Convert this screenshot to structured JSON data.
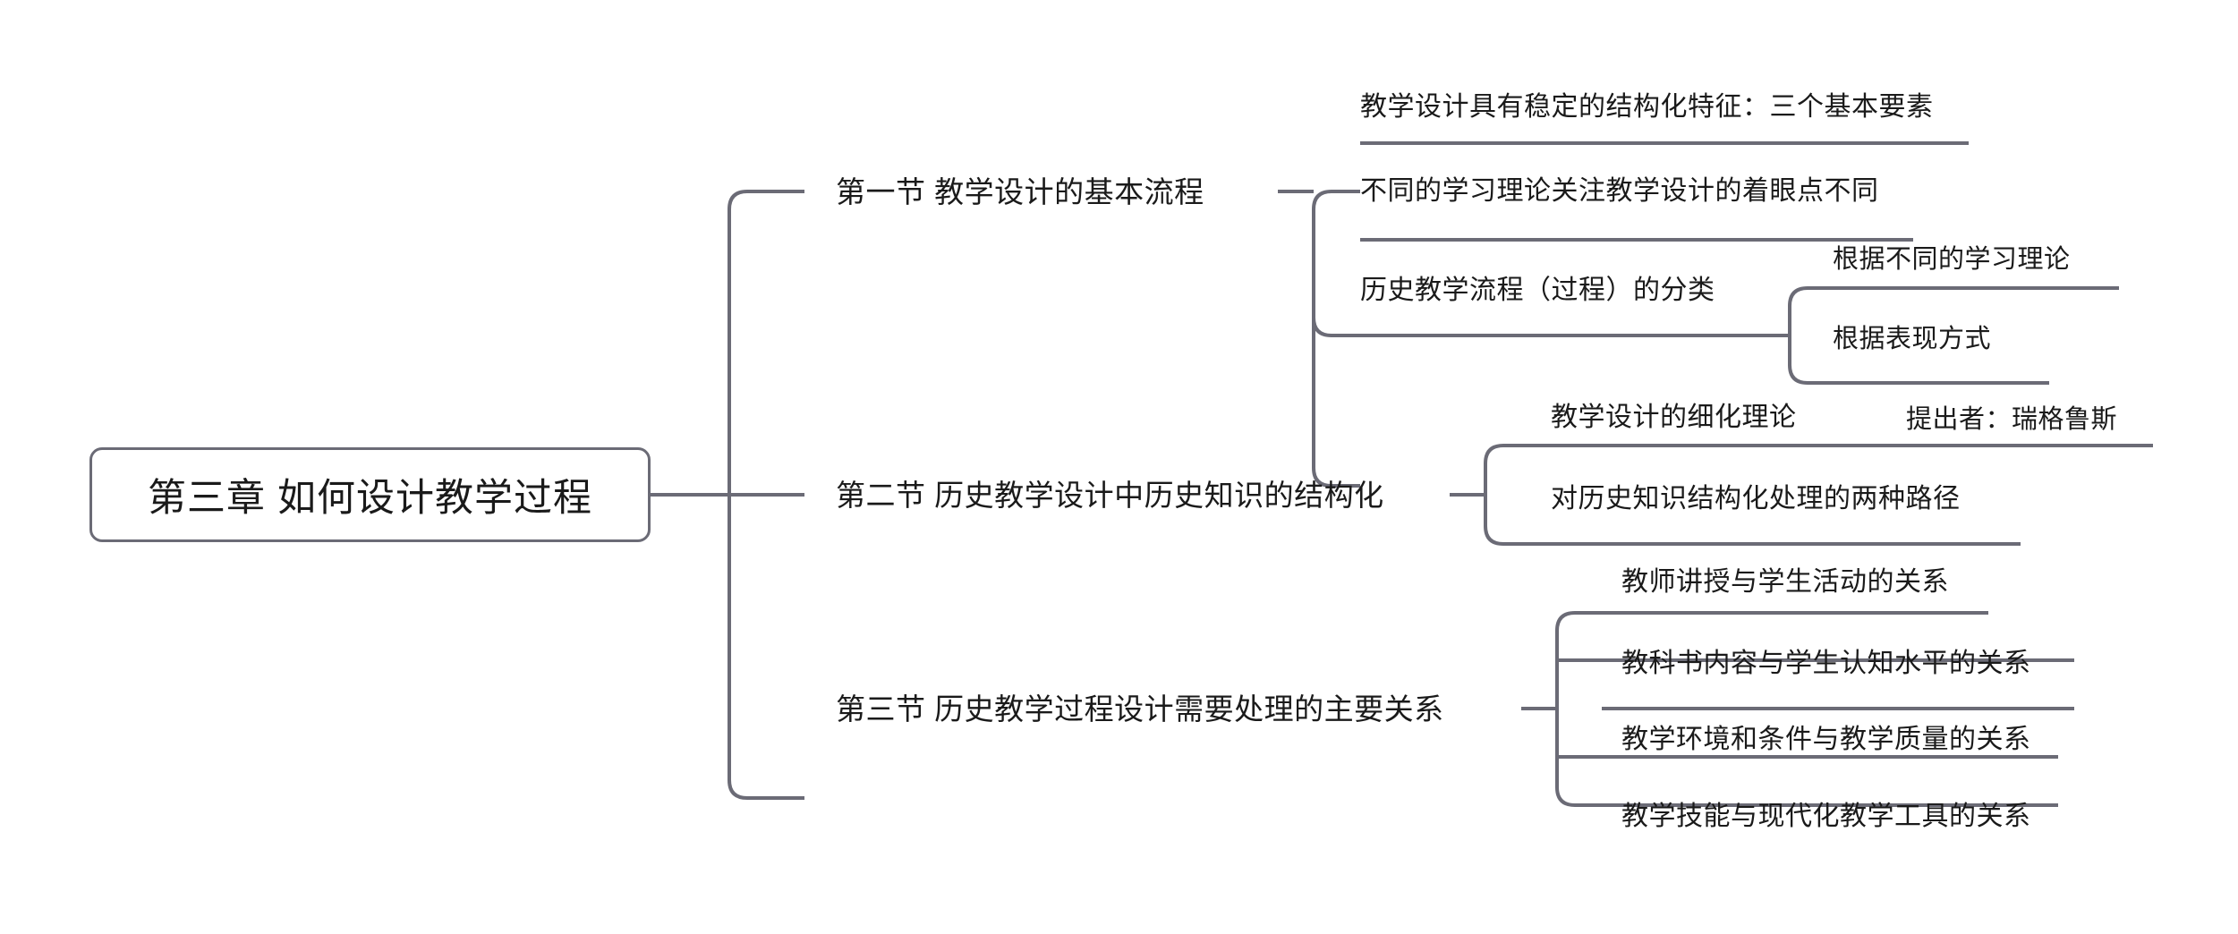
{
  "diagram": {
    "type": "mindmap",
    "title": "第三章 如何设计教学过程",
    "orientation": "left-to-right",
    "colors": {
      "line": "#6b6b76",
      "text": "#1a1a1a",
      "background": "#ffffff",
      "root_border": "#6b6b76"
    }
  },
  "root": {
    "label": "第三章 如何设计教学过程"
  },
  "sections": [
    {
      "id": "s1",
      "label": "第一节 教学设计的基本流程",
      "children": [
        {
          "id": "s1c1",
          "label": "教学设计具有稳定的结构化特征：三个基本要素",
          "children": []
        },
        {
          "id": "s1c2",
          "label": "不同的学习理论关注教学设计的着眼点不同",
          "children": []
        },
        {
          "id": "s1c3",
          "label": "历史教学流程（过程）的分类",
          "children": [
            {
              "id": "s1c3a",
              "label": "根据不同的学习理论"
            },
            {
              "id": "s1c3b",
              "label": "根据表现方式"
            }
          ]
        }
      ]
    },
    {
      "id": "s2",
      "label": "第二节 历史教学设计中历史知识的结构化",
      "children": [
        {
          "id": "s2c1",
          "label": "教学设计的细化理论",
          "children": [
            {
              "id": "s2c1a",
              "label": "提出者：瑞格鲁斯"
            }
          ]
        },
        {
          "id": "s2c2",
          "label": "对历史知识结构化处理的两种路径",
          "children": []
        }
      ]
    },
    {
      "id": "s3",
      "label": "第三节 历史教学过程设计需要处理的主要关系",
      "children": [
        {
          "id": "s3c1",
          "label": "教师讲授与学生活动的关系",
          "children": []
        },
        {
          "id": "s3c2",
          "label": "教科书内容与学生认知水平的关系",
          "children": []
        },
        {
          "id": "s3c3",
          "label": "教学环境和条件与教学质量的关系",
          "children": []
        },
        {
          "id": "s3c4",
          "label": "教学技能与现代化教学工具的关系",
          "children": []
        }
      ]
    }
  ]
}
